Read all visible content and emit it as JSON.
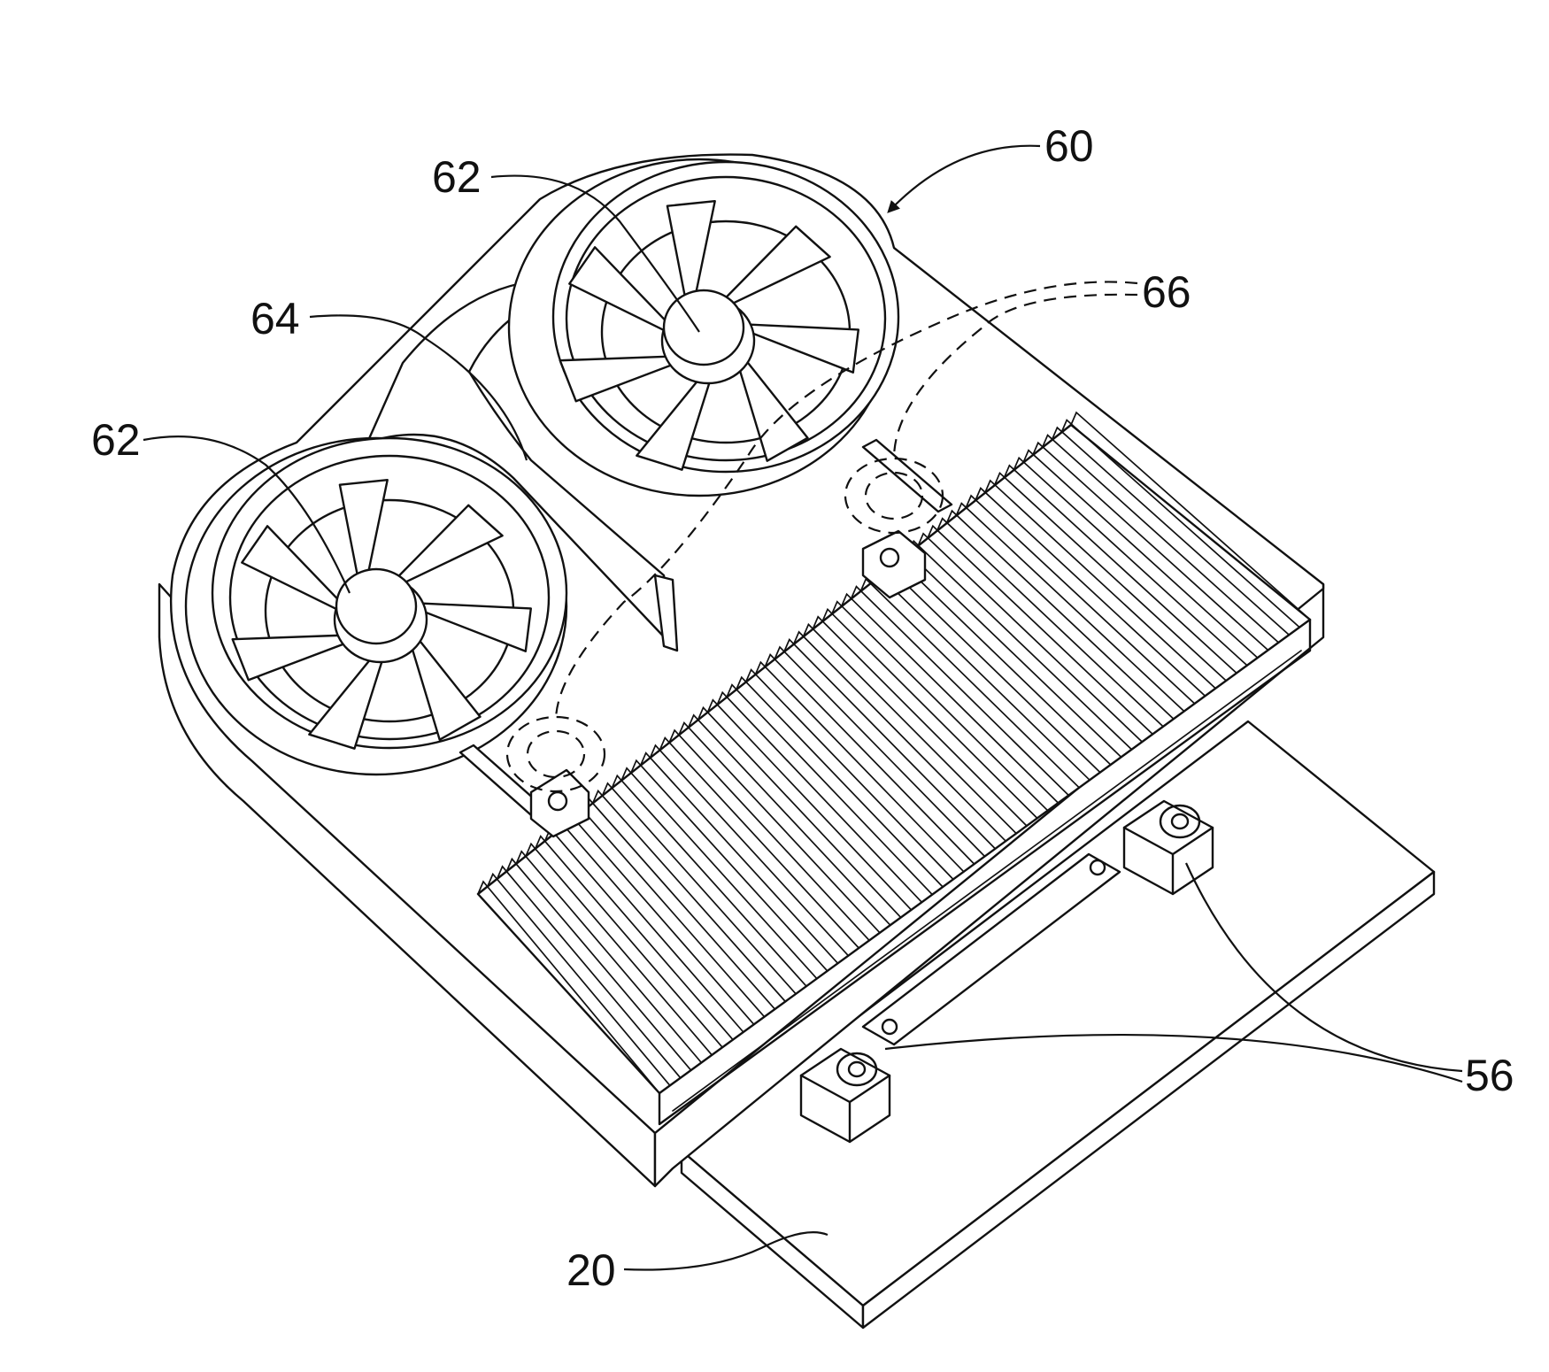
{
  "figure": {
    "reference_numerals": {
      "assembly": "60",
      "fan_upper": "62",
      "fan_lower": "62",
      "shroud": "64",
      "heat_pipe_fittings": "66",
      "mounts": "56",
      "board": "20"
    },
    "colors": {
      "line": "#111111",
      "background": "#ffffff"
    }
  }
}
